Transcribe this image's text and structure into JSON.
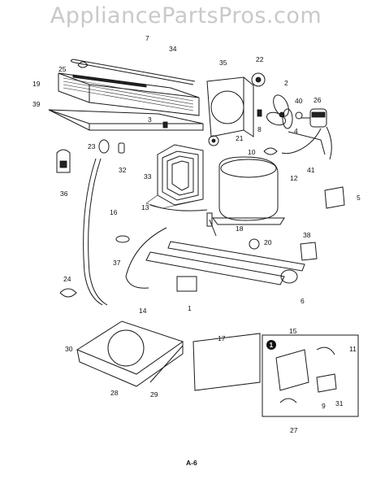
{
  "watermark": "AppliancePartsPros.com",
  "page_label": "A-6",
  "inset_badge": "1",
  "parts": [
    {
      "id": "p1",
      "label": "1"
    },
    {
      "id": "p2",
      "label": "2"
    },
    {
      "id": "p3",
      "label": "3"
    },
    {
      "id": "p4",
      "label": "4"
    },
    {
      "id": "p5",
      "label": "5"
    },
    {
      "id": "p6",
      "label": "6"
    },
    {
      "id": "p7",
      "label": "7"
    },
    {
      "id": "p8",
      "label": "8"
    },
    {
      "id": "p9",
      "label": "9"
    },
    {
      "id": "p10",
      "label": "10"
    },
    {
      "id": "p11",
      "label": "11"
    },
    {
      "id": "p12",
      "label": "12"
    },
    {
      "id": "p13",
      "label": "13"
    },
    {
      "id": "p14",
      "label": "14"
    },
    {
      "id": "p15",
      "label": "15"
    },
    {
      "id": "p16",
      "label": "16"
    },
    {
      "id": "p17",
      "label": "17"
    },
    {
      "id": "p18",
      "label": "18"
    },
    {
      "id": "p19",
      "label": "19"
    },
    {
      "id": "p20",
      "label": "20"
    },
    {
      "id": "p21",
      "label": "21"
    },
    {
      "id": "p22",
      "label": "22"
    },
    {
      "id": "p23",
      "label": "23"
    },
    {
      "id": "p24",
      "label": "24"
    },
    {
      "id": "p25",
      "label": "25"
    },
    {
      "id": "p26",
      "label": "26"
    },
    {
      "id": "p27",
      "label": "27"
    },
    {
      "id": "p28",
      "label": "28"
    },
    {
      "id": "p29",
      "label": "29"
    },
    {
      "id": "p30",
      "label": "30"
    },
    {
      "id": "p31",
      "label": "31"
    },
    {
      "id": "p32",
      "label": "32"
    },
    {
      "id": "p33",
      "label": "33"
    },
    {
      "id": "p34",
      "label": "34"
    },
    {
      "id": "p35",
      "label": "35"
    },
    {
      "id": "p36",
      "label": "36"
    },
    {
      "id": "p37",
      "label": "37"
    },
    {
      "id": "p38",
      "label": "38"
    },
    {
      "id": "p39",
      "label": "39"
    },
    {
      "id": "p40",
      "label": "40"
    },
    {
      "id": "p41",
      "label": "41"
    }
  ]
}
